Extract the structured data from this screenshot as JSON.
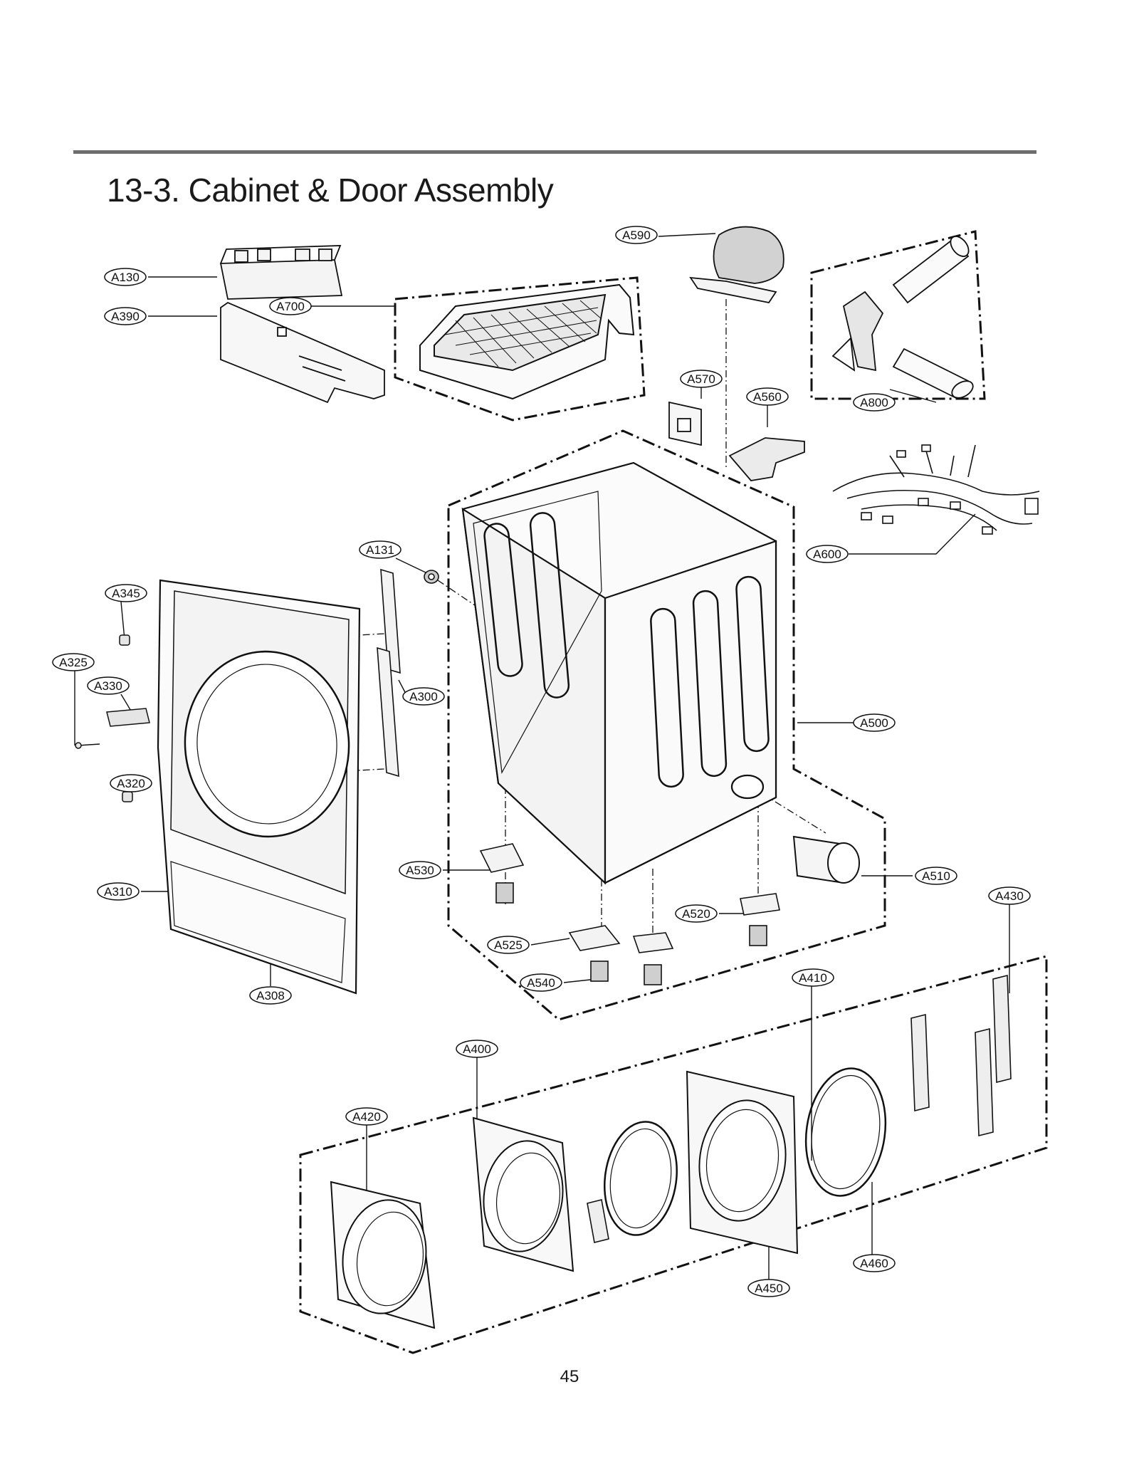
{
  "page": {
    "title": "13-3. Cabinet & Door Assembly",
    "page_number": "45"
  },
  "labels": [
    {
      "id": "A590",
      "text": "A590"
    },
    {
      "id": "A700",
      "text": "A700"
    },
    {
      "id": "A130",
      "text": "A130"
    },
    {
      "id": "A390",
      "text": "A390"
    },
    {
      "id": "A570",
      "text": "A570"
    },
    {
      "id": "A560",
      "text": "A560"
    },
    {
      "id": "A800",
      "text": "A800"
    },
    {
      "id": "A600",
      "text": "A600"
    },
    {
      "id": "A131",
      "text": "A131"
    },
    {
      "id": "A345",
      "text": "A345"
    },
    {
      "id": "A325",
      "text": "A325"
    },
    {
      "id": "A330",
      "text": "A330"
    },
    {
      "id": "A300",
      "text": "A300"
    },
    {
      "id": "A500",
      "text": "A500"
    },
    {
      "id": "A320",
      "text": "A320"
    },
    {
      "id": "A530",
      "text": "A530"
    },
    {
      "id": "A510",
      "text": "A510"
    },
    {
      "id": "A310",
      "text": "A310"
    },
    {
      "id": "A430",
      "text": "A430"
    },
    {
      "id": "A520",
      "text": "A520"
    },
    {
      "id": "A525",
      "text": "A525"
    },
    {
      "id": "A410",
      "text": "A410"
    },
    {
      "id": "A540",
      "text": "A540"
    },
    {
      "id": "A308",
      "text": "A308"
    },
    {
      "id": "A400",
      "text": "A400"
    },
    {
      "id": "A420",
      "text": "A420"
    },
    {
      "id": "A460",
      "text": "A460"
    },
    {
      "id": "A450",
      "text": "A450"
    }
  ]
}
